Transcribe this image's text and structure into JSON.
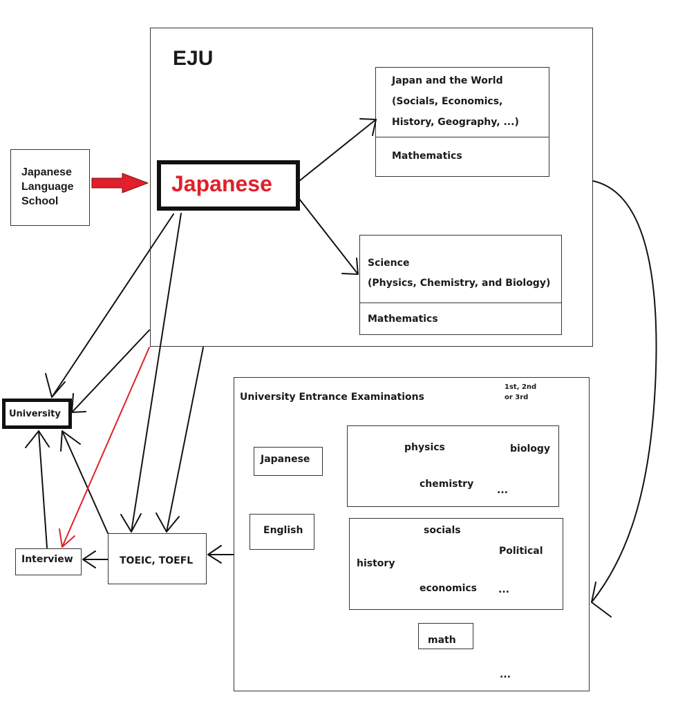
{
  "eju": {
    "title": "EJU",
    "japanese": "Japanese",
    "japan_world": {
      "line1": "Japan and the World",
      "line2": "(Socials, Economics,",
      "line3": "History, Geography, ...)",
      "math": "Mathematics"
    },
    "science": {
      "line1": "Science",
      "line2": "(Physics, Chemistry, and Biology)",
      "math": "Mathematics"
    }
  },
  "language_school": {
    "line1": "Japanese",
    "line2": "Language",
    "line3": "School"
  },
  "university": "University",
  "interview": "Interview",
  "toeic": "TOEIC, TOEFL",
  "entrance": {
    "title": "University Entrance Examinations",
    "note_line1": "1st, 2nd",
    "note_line2": "or 3rd",
    "japanese": "Japanese",
    "english": "English",
    "science_subjects": {
      "physics": "physics",
      "biology": "biology",
      "chemistry": "chemistry",
      "more": "..."
    },
    "social_subjects": {
      "socials": "socials",
      "political": "Political",
      "history": "history",
      "economics": "economics",
      "more": "..."
    },
    "math": "math",
    "more": "..."
  },
  "colors": {
    "accent": "#e0202a",
    "line": "#111111"
  }
}
